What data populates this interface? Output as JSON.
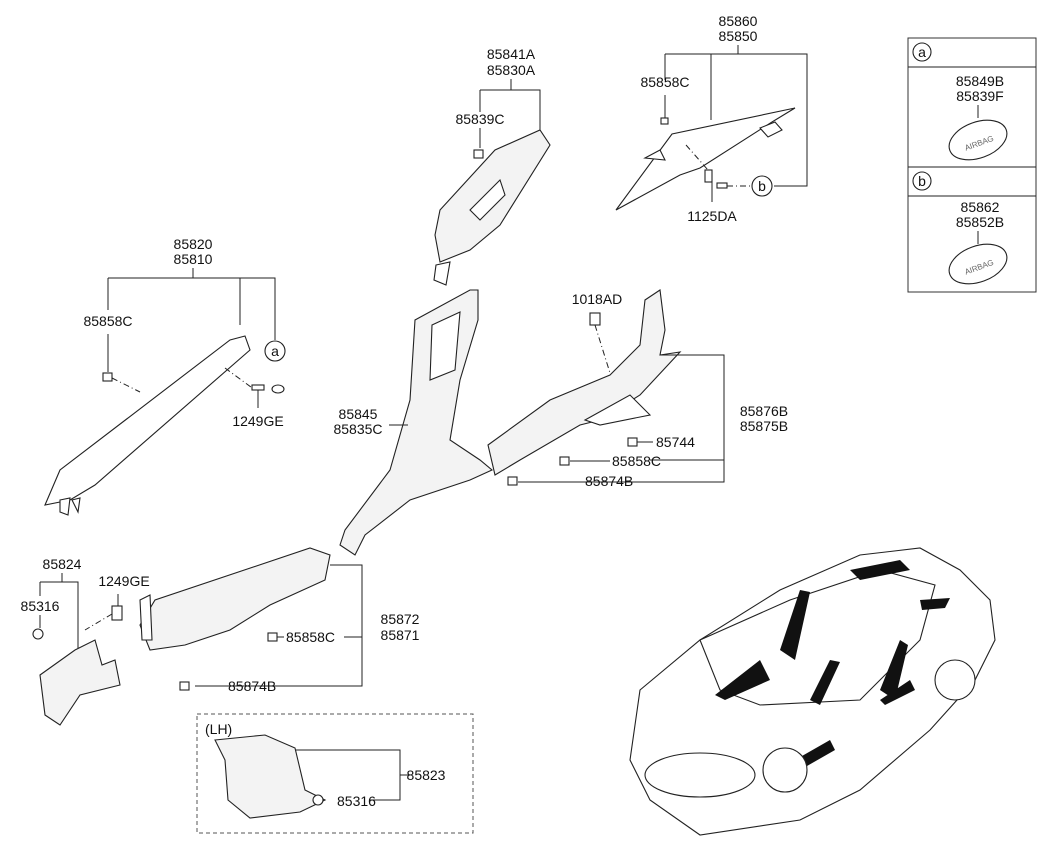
{
  "labels": {
    "qp_85860": "85860",
    "qp_85850": "85850",
    "qp_85858c_top": "85858C",
    "qp_1125da": "1125DA",
    "ref_b": "b",
    "bp_85841a": "85841A",
    "bp_85830a": "85830A",
    "bp_85839c": "85839C",
    "ap_85820": "85820",
    "ap_85810": "85810",
    "ap_85858c": "85858C",
    "ref_a": "a",
    "ap_1249ge": "1249GE",
    "cp_85845": "85845",
    "cp_85835c": "85835C",
    "rs_1018ad": "1018AD",
    "rs_85876b": "85876B",
    "rs_85875b": "85875B",
    "rs_85744": "85744",
    "rs_85858c": "85858C",
    "rs_85874b": "85874B",
    "kp_85824": "85824",
    "kp_1249ge": "1249GE",
    "kp_85316": "85316",
    "fs_85872": "85872",
    "fs_85871": "85871",
    "fs_85858c": "85858C",
    "fs_85874b": "85874B",
    "lh_title": "(LH)",
    "lh_85823": "85823",
    "lh_85316": "85316"
  },
  "legend": {
    "a": {
      "ref": "a",
      "part1": "85849B",
      "part2": "85839F",
      "cover_text": "AIRBAG"
    },
    "b": {
      "ref": "b",
      "part1": "85862",
      "part2": "85852B",
      "cover_text": "AIRBAG"
    }
  }
}
